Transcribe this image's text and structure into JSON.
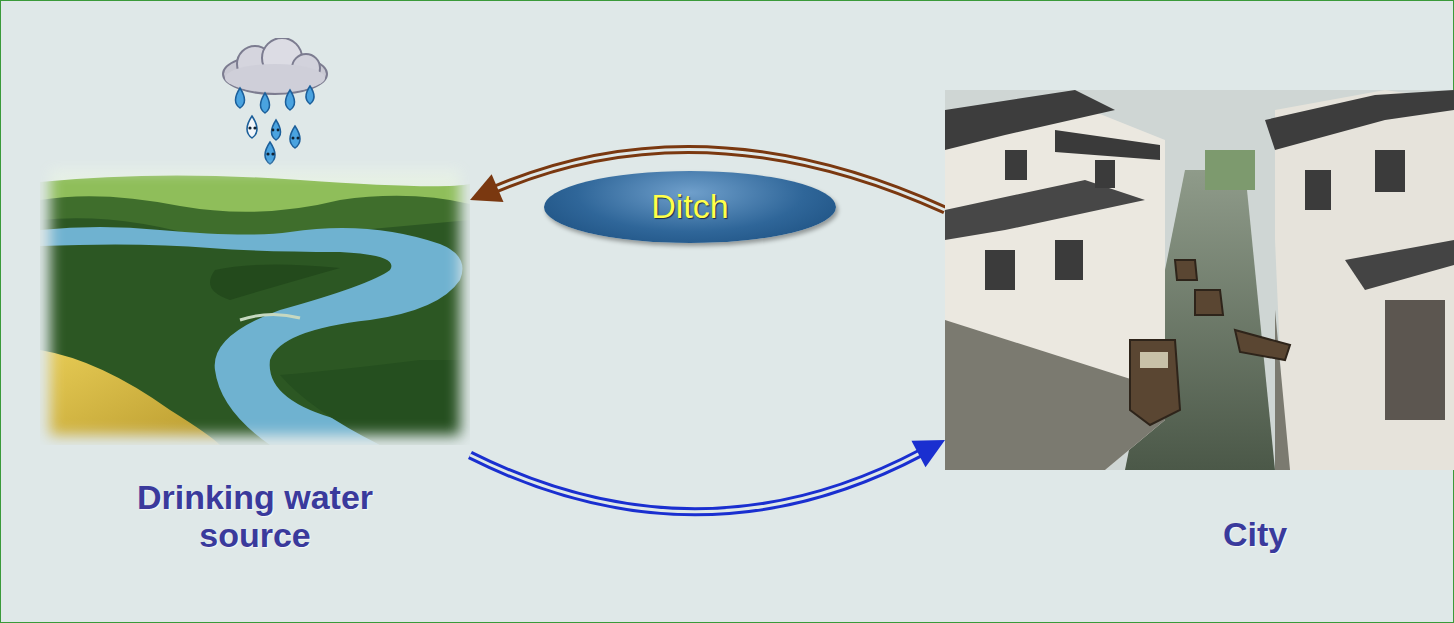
{
  "diagram": {
    "nodes": [
      {
        "text": [
          "Drinking water source"
        ]
      },
      {
        "text": [
          "City"
        ]
      }
    ],
    "edges": [
      {
        "from": 1,
        "to": 0,
        "arrow": "to",
        "label": "Ditch"
      },
      {
        "from": 0,
        "to": 1,
        "arrow": "to"
      }
    ]
  }
}
